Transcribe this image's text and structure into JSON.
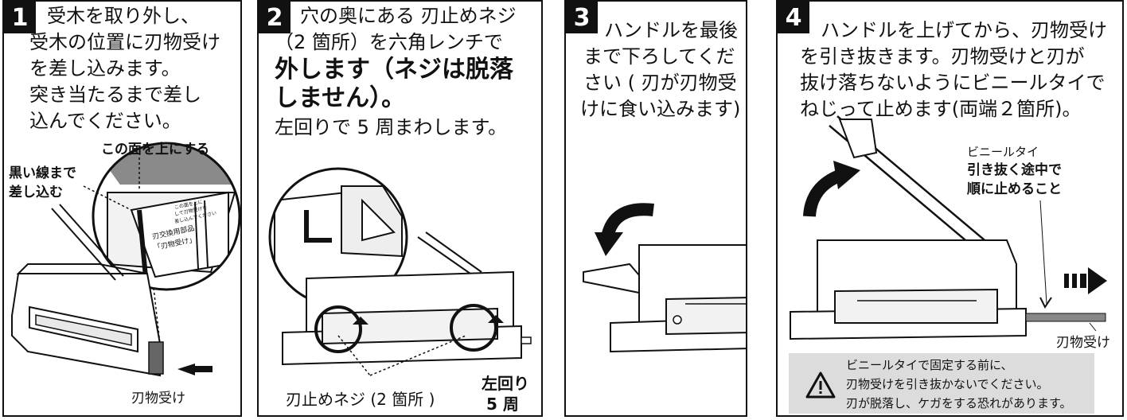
{
  "steps": [
    {
      "number": "1",
      "lines": [
        "受木を取り外し、",
        "受木の位置に刃物受け",
        "を差し込みます。",
        "突き当たるまで差し",
        "込んでください。"
      ],
      "callout_top": "この面を上にする",
      "callout_left": [
        "黒い線まで",
        "差し込む"
      ],
      "part_label": [
        "刃交換用部品",
        "「刃物受け」"
      ],
      "part_small": [
        "この面を上に",
        "して刃物受けを",
        "差し込んでください"
      ],
      "bottom_label": "刃物受け"
    },
    {
      "number": "2",
      "lines": [
        "穴の奥にある 刃止めネジ",
        "（2 箇所）を六角レンチで"
      ],
      "bold_lines": [
        "外します（ネジは脱落",
        "しません）。"
      ],
      "after_line": "左回りで 5 周まわします。",
      "screw_label": "刃止めネジ (2 箇所 )",
      "rotation": [
        "左回り",
        "5 周"
      ]
    },
    {
      "number": "3",
      "lines": [
        "ハンドルを最後",
        "まで下ろしてくだ",
        "さい ( 刃が刃物受",
        "けに食い込みます)"
      ]
    },
    {
      "number": "4",
      "lines": [
        "ハンドルを上げてから、刃物受け",
        "を引き抜きます。刃物受けと刃が",
        "抜け落ちないようにビニールタイで",
        "ねじって止めます(両端２箇所)。"
      ],
      "tie_label": "ビニールタイ",
      "tie_note": [
        "引き抜く途中で",
        "順に止めること"
      ],
      "part_label": "刃物受け",
      "warning": [
        "ビニールタイで固定する前に、",
        "刃物受けを引き抜かないでください。",
        "刃が脱落し、ケガをする恐れがあります。"
      ]
    }
  ]
}
